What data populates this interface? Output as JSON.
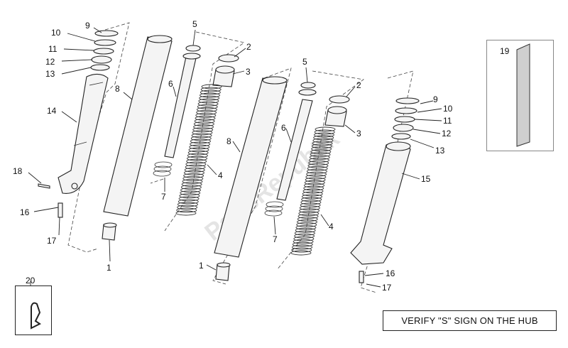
{
  "callouts": {
    "c1a": "1",
    "c1b": "1",
    "c2a": "2",
    "c2b": "2",
    "c3a": "3",
    "c3b": "3",
    "c4a": "4",
    "c4b": "4",
    "c5a": "5",
    "c5b": "5",
    "c6a": "6",
    "c6b": "6",
    "c7a": "7",
    "c7b": "7",
    "c8a": "8",
    "c8b": "8",
    "c9a": "9",
    "c9b": "9",
    "c10a": "10",
    "c10b": "10",
    "c11a": "11",
    "c11b": "11",
    "c12a": "12",
    "c12b": "12",
    "c13a": "13",
    "c13b": "13",
    "c14": "14",
    "c15": "15",
    "c16a": "16",
    "c16b": "16",
    "c17a": "17",
    "c17b": "17",
    "c18": "18",
    "c19": "19",
    "c20": "20"
  },
  "note": "VERIFY \"S\" SIGN ON THE HUB",
  "watermark": "PartsRepublik"
}
